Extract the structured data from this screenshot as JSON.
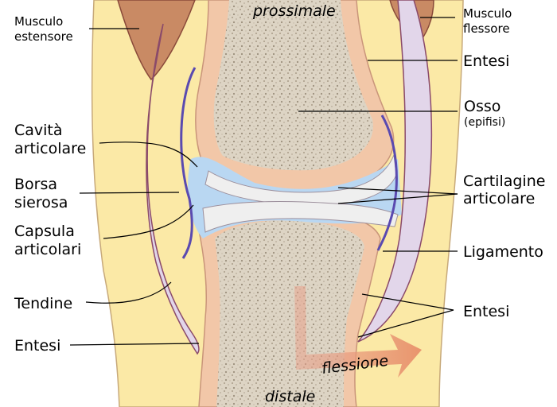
{
  "labels": {
    "prossimale": "prossimale",
    "distale": "distale",
    "flessione": "flessione",
    "muscolo_estensore_1": "Musculo",
    "muscolo_estensore_2": "estensore",
    "muscolo_flessore_1": "Musculo",
    "muscolo_flessore_2": "flessore",
    "entesi_top_right": "Entesi",
    "osso": "Osso",
    "osso_sub": "(epifisi)",
    "cavita_1": "Cavità",
    "cavita_2": "articolare",
    "cartilagine_1": "Cartilagine",
    "cartilagine_2": "articolare",
    "borsa_1": "Borsa",
    "borsa_2": "sierosa",
    "capsula_1": "Capsula",
    "capsula_2": "articolari",
    "ligamento": "Ligamento",
    "tendine": "Tendine",
    "entesi_mid_right": "Entesi",
    "entesi_bottom_left": "Entesi"
  },
  "colors": {
    "skin": "#fbe9a6",
    "bone": "#f2c7a8",
    "spongy": "#ddd4c4",
    "tendon": "#e2d6ea",
    "tendon_edge": "#8a4a6a",
    "muscle": "#c98a64",
    "cavity": "#b9d7f2",
    "capsule": "#5a4ab0",
    "cartilage": "#efefef",
    "arrow": "#e8906a"
  }
}
